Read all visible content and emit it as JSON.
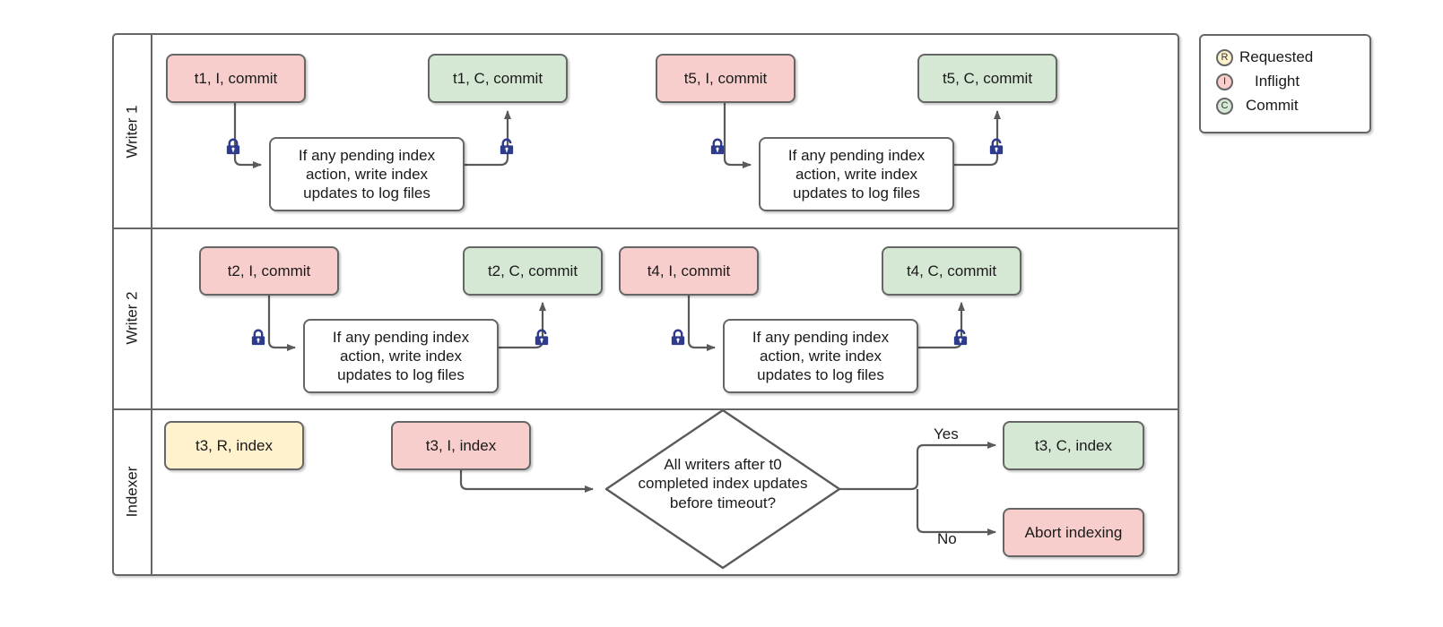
{
  "diagram": {
    "title": "Writer / Indexer concurrency swimlane",
    "colors": {
      "inflight_fill": "#f8cecc",
      "commit_fill": "#d5e8d4",
      "requested_fill": "#fff2cc",
      "plain_fill": "#ffffff",
      "stroke": "#666666",
      "lock": "#2e3a8c",
      "text": "#1a1a1a"
    },
    "lanes": [
      {
        "id": "writer1",
        "label": "Writer 1"
      },
      {
        "id": "writer2",
        "label": "Writer 2"
      },
      {
        "id": "indexer",
        "label": "Indexer"
      }
    ],
    "shared": {
      "index_task_text": "If any pending index\naction, write index\nupdates to log files",
      "lock_closed_icon": "lock-closed-icon",
      "lock_open_icon": "lock-open-icon"
    },
    "nodes": {
      "w1_t1_inflight": "t1, I, commit",
      "w1_t1_task": "If any pending index\naction, write index\nupdates to log files",
      "w1_t1_commit": "t1, C, commit",
      "w1_t5_inflight": "t5, I, commit",
      "w1_t5_task": "If any pending index\naction, write index\nupdates to log files",
      "w1_t5_commit": "t5, C, commit",
      "w2_t2_inflight": "t2, I, commit",
      "w2_t2_task": "If any pending index\naction, write index\nupdates to log files",
      "w2_t2_commit": "t2, C, commit",
      "w2_t4_inflight": "t4, I, commit",
      "w2_t4_task": "If any pending index\naction, write index\nupdates to log files",
      "w2_t4_commit": "t4, C, commit",
      "ix_t3_requested": "t3, R, index",
      "ix_t3_inflight": "t3, I, index",
      "ix_decision": "All writers after t0\ncompleted index updates\nbefore timeout?",
      "ix_t3_commit": "t3, C, index",
      "ix_abort": "Abort indexing"
    },
    "edge_labels": {
      "yes": "Yes",
      "no": "No"
    }
  },
  "legend": {
    "items": [
      {
        "symbol": "R",
        "label": "Requested",
        "color": "#fff2cc",
        "icon": "requested-status-icon"
      },
      {
        "symbol": "I",
        "label": "Inflight",
        "color": "#f8cecc",
        "icon": "inflight-status-icon"
      },
      {
        "symbol": "C",
        "label": "Commit",
        "color": "#d5e8d4",
        "icon": "commit-status-icon"
      }
    ]
  }
}
